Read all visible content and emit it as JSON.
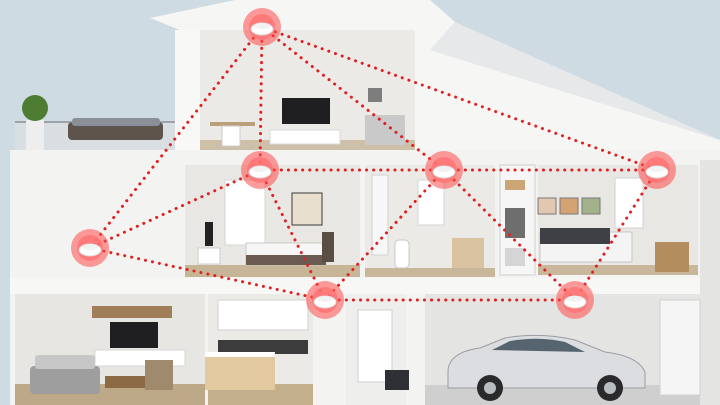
{
  "scene": {
    "subject": "house-cutaway",
    "colors": {
      "sky": "#cfdbe3",
      "wall": "#f4f4f2",
      "interior": "#e9e8e4",
      "floor_wood": "#c9b79c",
      "mesh_line": "#e02020",
      "detector_glow": "#ff4d4d"
    }
  },
  "mesh": {
    "nodes": [
      {
        "id": "attic"
      },
      {
        "id": "upper-left"
      },
      {
        "id": "upper-mid"
      },
      {
        "id": "upper-right"
      },
      {
        "id": "left-wall"
      },
      {
        "id": "ground-mid"
      },
      {
        "id": "garage"
      }
    ],
    "links": [
      [
        "attic",
        "upper-left"
      ],
      [
        "attic",
        "upper-mid"
      ],
      [
        "attic",
        "upper-right"
      ],
      [
        "attic",
        "left-wall"
      ],
      [
        "upper-left",
        "upper-mid"
      ],
      [
        "upper-left",
        "left-wall"
      ],
      [
        "upper-left",
        "ground-mid"
      ],
      [
        "upper-mid",
        "upper-right"
      ],
      [
        "upper-mid",
        "ground-mid"
      ],
      [
        "upper-mid",
        "garage"
      ],
      [
        "upper-right",
        "garage"
      ],
      [
        "left-wall",
        "ground-mid"
      ],
      [
        "ground-mid",
        "garage"
      ]
    ]
  }
}
